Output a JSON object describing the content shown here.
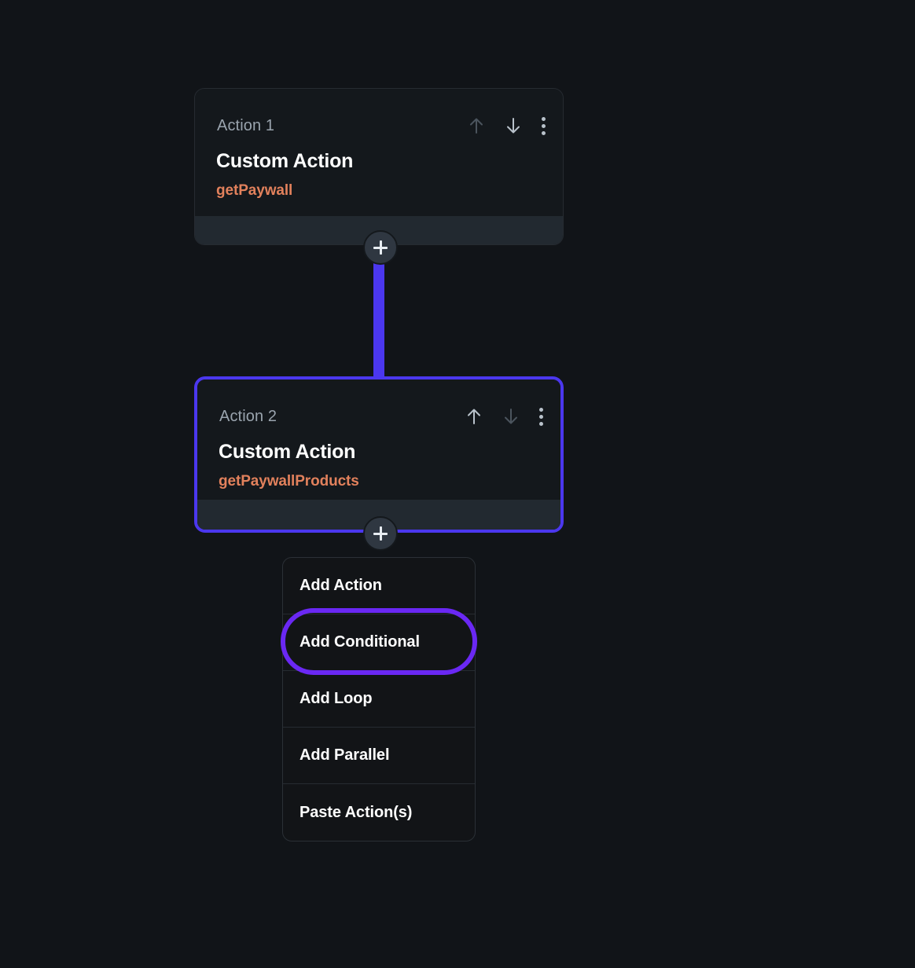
{
  "theme": {
    "background": "#111418",
    "card_background": "#14181c",
    "card_footer": "#222930",
    "accent_connector": "#4b37ee",
    "accent_highlight": "#6a28f3",
    "text_primary": "#ffffff",
    "text_muted": "#9aa4ae",
    "text_function": "#e2815c",
    "menu_background": "#121417",
    "menu_divider": "#262b31",
    "plus_button_background": "#2f3741"
  },
  "workflow": {
    "nodes": [
      {
        "index_label": "Action 1",
        "title": "Custom Action",
        "function_name": "getPaywall",
        "selected": false,
        "move_up_enabled": false,
        "move_down_enabled": true,
        "icons": {
          "move_up": "arrow-up-icon",
          "move_down": "arrow-down-icon",
          "more": "kebab-menu-icon"
        }
      },
      {
        "index_label": "Action 2",
        "title": "Custom Action",
        "function_name": "getPaywallProducts",
        "selected": true,
        "move_up_enabled": true,
        "move_down_enabled": false,
        "icons": {
          "move_up": "arrow-up-icon",
          "move_down": "arrow-down-icon",
          "more": "kebab-menu-icon"
        }
      }
    ],
    "add_buttons": [
      {
        "name": "add-step-after-action-1",
        "icon": "plus-icon"
      },
      {
        "name": "add-step-after-action-2",
        "icon": "plus-icon"
      }
    ]
  },
  "context_menu": {
    "open": true,
    "highlighted_item": "Add Conditional",
    "items": [
      {
        "label": "Add Action"
      },
      {
        "label": "Add Conditional"
      },
      {
        "label": "Add Loop"
      },
      {
        "label": "Add Parallel"
      },
      {
        "label": "Paste Action(s)"
      }
    ]
  }
}
